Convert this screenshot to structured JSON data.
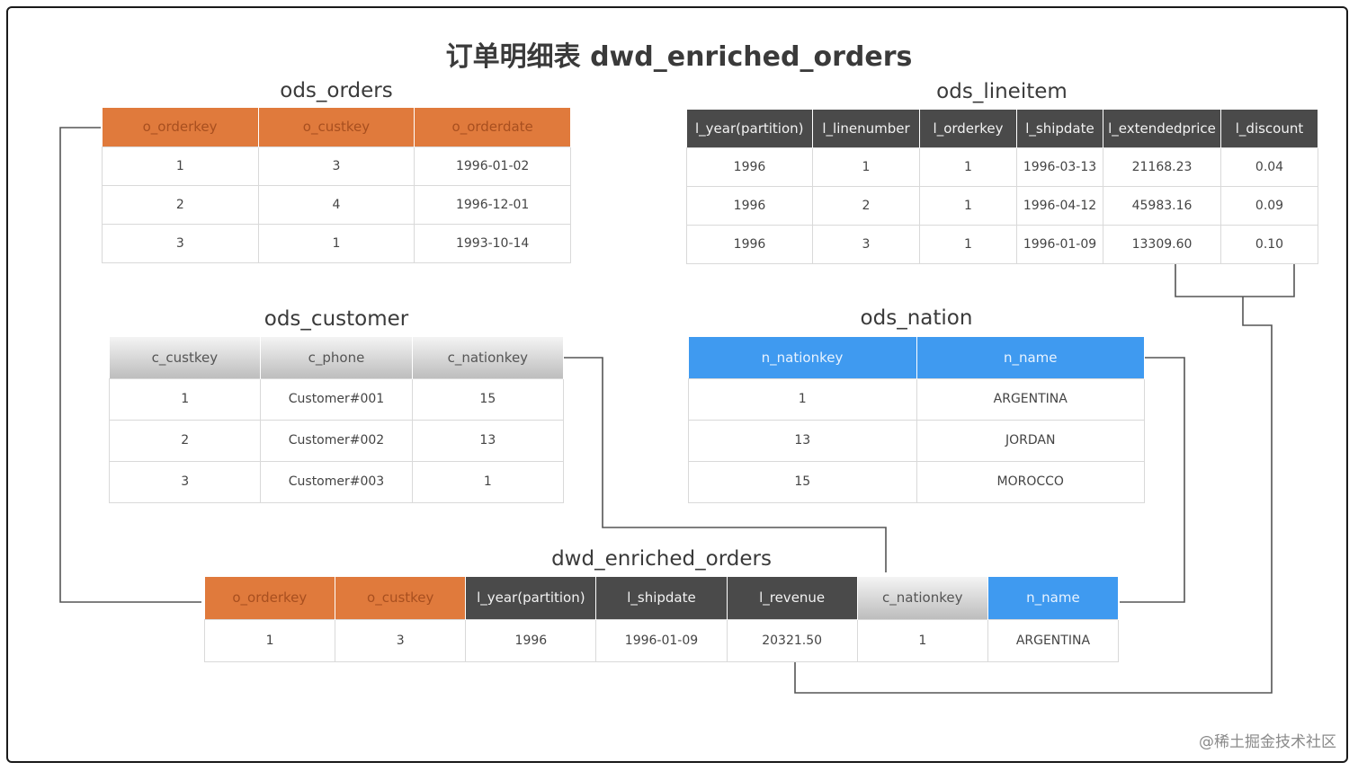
{
  "title": "订单明细表 dwd_enriched_orders",
  "watermark": "@稀土掘金技术社区",
  "colors": {
    "orders_header": "#e07a3c",
    "lineitem_header": "#4a4a4a",
    "customer_header": "#c8c8c8",
    "nation_header": "#3f9af0"
  },
  "ods_orders": {
    "name": "ods_orders",
    "columns": [
      "o_orderkey",
      "o_custkey",
      "o_orderdate"
    ],
    "rows": [
      [
        "1",
        "3",
        "1996-01-02"
      ],
      [
        "2",
        "4",
        "1996-12-01"
      ],
      [
        "3",
        "1",
        "1993-10-14"
      ]
    ]
  },
  "ods_lineitem": {
    "name": "ods_lineitem",
    "columns": [
      "l_year(partition)",
      "l_linenumber",
      "l_orderkey",
      "l_shipdate",
      "l_extendedprice",
      "l_discount"
    ],
    "rows": [
      [
        "1996",
        "1",
        "1",
        "1996-03-13",
        "21168.23",
        "0.04"
      ],
      [
        "1996",
        "2",
        "1",
        "1996-04-12",
        "45983.16",
        "0.09"
      ],
      [
        "1996",
        "3",
        "1",
        "1996-01-09",
        "13309.60",
        "0.10"
      ]
    ]
  },
  "ods_customer": {
    "name": "ods_customer",
    "columns": [
      "c_custkey",
      "c_phone",
      "c_nationkey"
    ],
    "rows": [
      [
        "1",
        "Customer#001",
        "15"
      ],
      [
        "2",
        "Customer#002",
        "13"
      ],
      [
        "3",
        "Customer#003",
        "1"
      ]
    ]
  },
  "ods_nation": {
    "name": "ods_nation",
    "columns": [
      "n_nationkey",
      "n_name"
    ],
    "rows": [
      [
        "1",
        "ARGENTINA"
      ],
      [
        "13",
        "JORDAN"
      ],
      [
        "15",
        "MOROCCO"
      ]
    ]
  },
  "dwd_enriched_orders": {
    "name": "dwd_enriched_orders",
    "columns": [
      "o_orderkey",
      "o_custkey",
      "l_year(partition)",
      "l_shipdate",
      "l_revenue",
      "c_nationkey",
      "n_name"
    ],
    "rows": [
      [
        "1",
        "3",
        "1996",
        "1996-01-09",
        "20321.50",
        "1",
        "ARGENTINA"
      ]
    ]
  }
}
